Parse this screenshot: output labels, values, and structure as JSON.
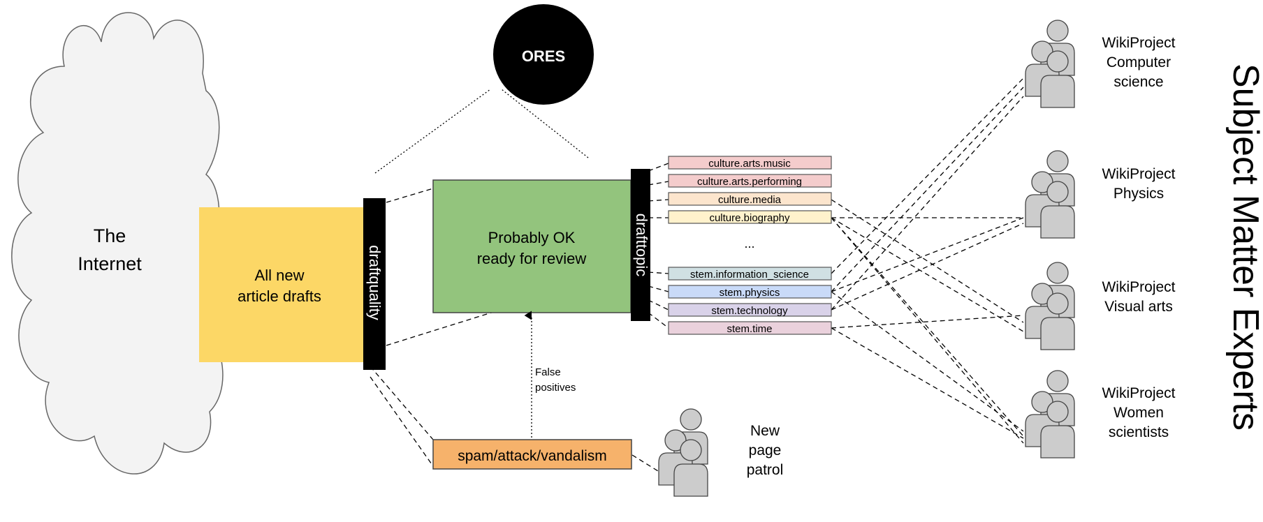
{
  "internet_label": [
    "The",
    "Internet"
  ],
  "all_drafts_label": [
    "All new",
    "article drafts"
  ],
  "draftquality_label": "draftquality",
  "ores_label": "ORES",
  "probably_ok_label": [
    "Probably OK",
    "ready for review"
  ],
  "drafttopic_label": "drafttopic",
  "topics": [
    {
      "label": "culture.arts.music",
      "color": "#f4cccc"
    },
    {
      "label": "culture.arts.performing",
      "color": "#f4cccc"
    },
    {
      "label": "culture.media",
      "color": "#fce5cd"
    },
    {
      "label": "culture.biography",
      "color": "#fff2cc"
    },
    {
      "label": "...",
      "color": ""
    },
    {
      "label": "stem.information_science",
      "color": "#d0e0e3"
    },
    {
      "label": "stem.physics",
      "color": "#c9daf8"
    },
    {
      "label": "stem.technology",
      "color": "#d9d2e9"
    },
    {
      "label": "stem.time",
      "color": "#ead1dc"
    }
  ],
  "false_positives_label": [
    "False",
    "positives"
  ],
  "spam_label": "spam/attack/vandalism",
  "npp_label": [
    "New",
    "page",
    "patrol"
  ],
  "wikiprojects": [
    {
      "lines": [
        "WikiProject",
        "Computer",
        "science"
      ]
    },
    {
      "lines": [
        "WikiProject",
        "Physics"
      ]
    },
    {
      "lines": [
        "WikiProject",
        "Visual arts"
      ]
    },
    {
      "lines": [
        "WikiProject",
        "Women",
        "scientists"
      ]
    }
  ],
  "side_title": "Subject Matter Experts",
  "colors": {
    "drafts": "#fcd766",
    "ok": "#93c47d",
    "spam": "#f6b26b",
    "person": "#cccccc",
    "bar": "#000000"
  },
  "icons": [
    "cloud-icon",
    "person-group-icon"
  ]
}
